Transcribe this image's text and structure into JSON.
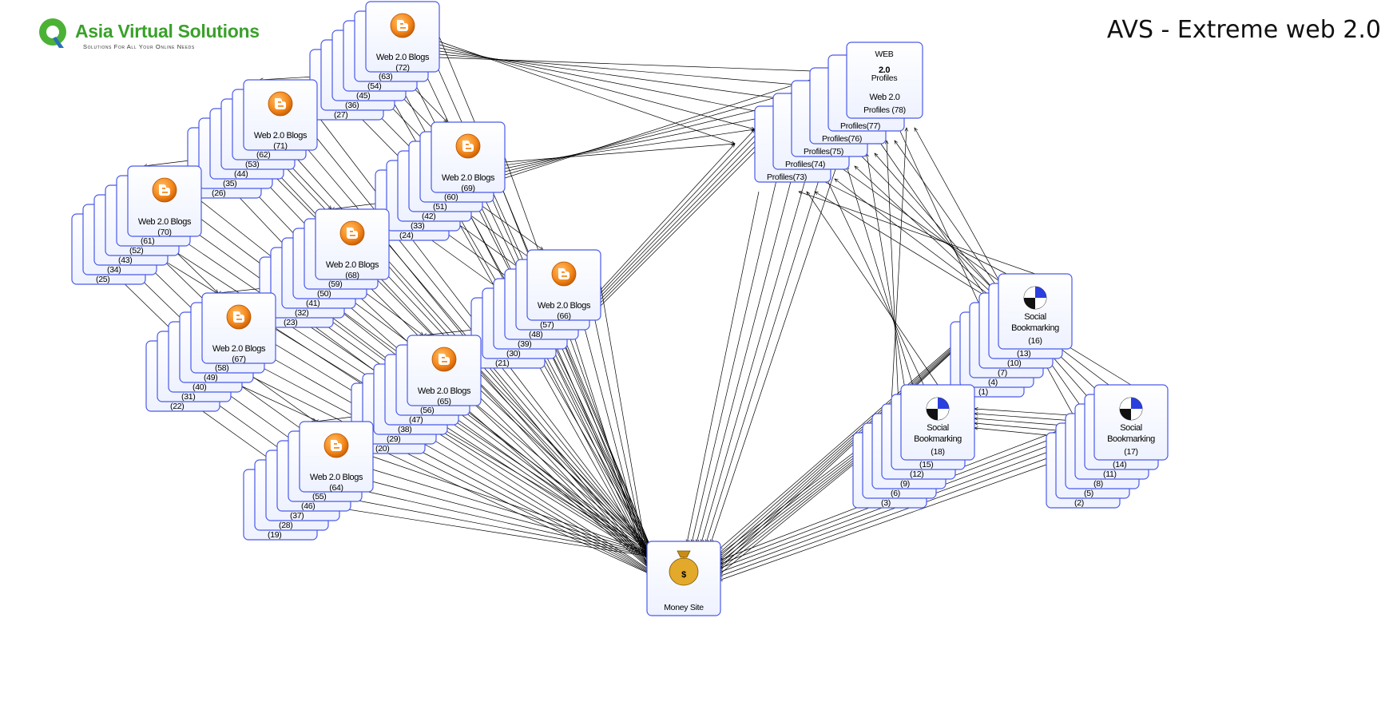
{
  "logo": {
    "name": "Asia Virtual Solutions",
    "tagline": "Solutions For All Your Online Needs"
  },
  "title": "AVS - Extreme web 2.0",
  "node_labels": {
    "blog": "Web 2.0 Blogs",
    "profile": "Web 2.0",
    "profile_line": "Profiles",
    "social1": "Social",
    "social2": "Bookmarking",
    "money": "Money Site",
    "web20_logo_top": "WEB",
    "web20_logo_mid": "2.0",
    "web20_logo_bot": "Profiles"
  },
  "groups": {
    "blogs": [
      {
        "front": "72",
        "behind": [
          "63",
          "54",
          "45",
          "36",
          "27"
        ]
      },
      {
        "front": "71",
        "behind": [
          "62",
          "53",
          "44",
          "35",
          "26"
        ]
      },
      {
        "front": "70",
        "behind": [
          "61",
          "52",
          "43",
          "34",
          "25"
        ]
      },
      {
        "front": "69",
        "behind": [
          "60",
          "51",
          "42",
          "33",
          "24"
        ]
      },
      {
        "front": "68",
        "behind": [
          "59",
          "50",
          "41",
          "32",
          "23"
        ]
      },
      {
        "front": "67",
        "behind": [
          "58",
          "49",
          "40",
          "31",
          "22"
        ]
      },
      {
        "front": "66",
        "behind": [
          "57",
          "48",
          "39",
          "30",
          "21"
        ]
      },
      {
        "front": "65",
        "behind": [
          "56",
          "47",
          "38",
          "29",
          "20"
        ]
      },
      {
        "front": "64",
        "behind": [
          "55",
          "46",
          "37",
          "28",
          "19"
        ]
      }
    ],
    "profiles": [
      "78",
      "77",
      "76",
      "75",
      "74",
      "73"
    ],
    "social": [
      {
        "front": "16",
        "behind": [
          "13",
          "10",
          "7",
          "4",
          "1"
        ]
      },
      {
        "front": "18",
        "behind": [
          "15",
          "12",
          "9",
          "6",
          "3"
        ]
      },
      {
        "front": "17",
        "behind": [
          "14",
          "11",
          "8",
          "5",
          "2"
        ]
      }
    ]
  },
  "money_site": "Money Site"
}
